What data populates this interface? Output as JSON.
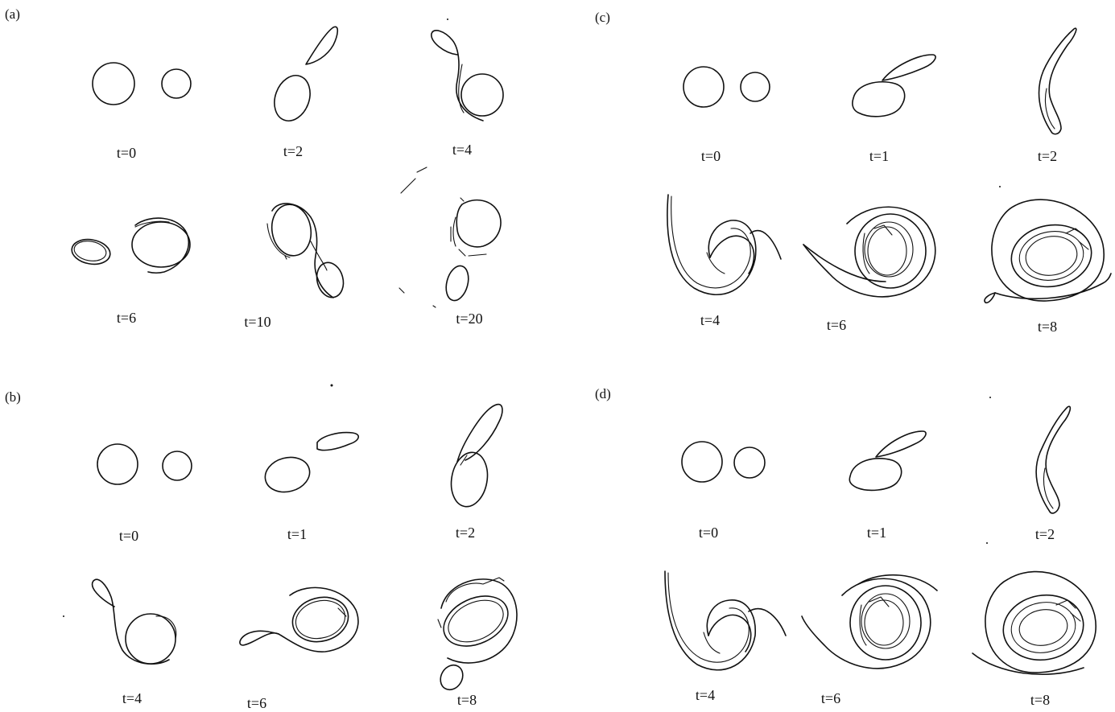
{
  "panels": [
    {
      "id": "a",
      "label": "(a)",
      "times": [
        "t=0",
        "t=2",
        "t=4",
        "t=6",
        "t=10",
        "t=20"
      ]
    },
    {
      "id": "b",
      "label": "(b)",
      "times": [
        "t=0",
        "t=1",
        "t=2",
        "t=4",
        "t=6",
        "t=8"
      ]
    },
    {
      "id": "c",
      "label": "(c)",
      "times": [
        "t=0",
        "t=1",
        "t=2",
        "t=4",
        "t=6",
        "t=8"
      ]
    },
    {
      "id": "d",
      "label": "(d)",
      "times": [
        "t=0",
        "t=1",
        "t=2",
        "t=4",
        "t=6",
        "t=8"
      ]
    }
  ]
}
